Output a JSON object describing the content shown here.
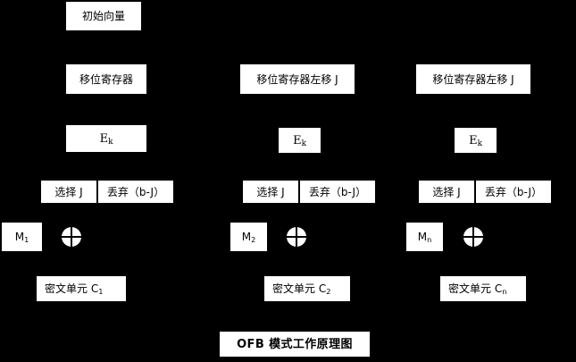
{
  "diagram": {
    "title": "OFB 模式工作原理图",
    "background_color": "#000000",
    "box_color": "#ffffff",
    "text_color": "#000000",
    "initial_vector": "初始向量",
    "xor_icon_name": "xor-circle-icon"
  },
  "columns": [
    {
      "index": 1,
      "shift_register": "移位寄存器",
      "encrypt": "E",
      "encrypt_sub": "k",
      "select": "选择 J",
      "discard": "丢弃（b-J）",
      "plaintext": "M",
      "plaintext_sub": "1",
      "ciphertext": "密文单元 C",
      "ciphertext_sub": "1"
    },
    {
      "index": 2,
      "shift_register": "移位寄存器左移 J",
      "encrypt": "E",
      "encrypt_sub": "k",
      "select": "选择 J",
      "discard": "丢弃（b-J）",
      "plaintext": "M",
      "plaintext_sub": "2",
      "ciphertext": "密文单元 C",
      "ciphertext_sub": "2"
    },
    {
      "index": 3,
      "shift_register": "移位寄存器左移 J",
      "encrypt": "E",
      "encrypt_sub": "k",
      "select": "选择 J",
      "discard": "丢弃（b-J）",
      "plaintext": "M",
      "plaintext_sub": "n",
      "ciphertext": "密文单元 C",
      "ciphertext_sub": "n"
    }
  ]
}
